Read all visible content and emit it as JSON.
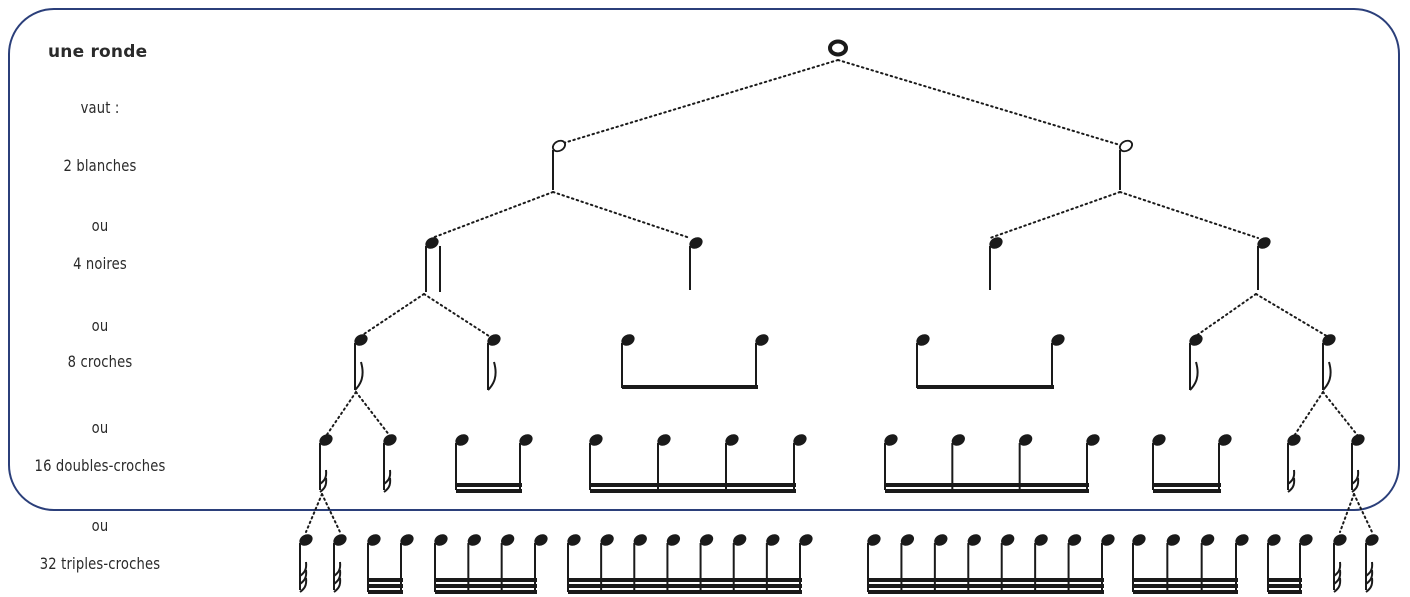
{
  "labels": {
    "ronde": "une ronde",
    "vaut": "vaut :",
    "blanches": "2 blanches",
    "ou1": "ou",
    "noires": "4 noires",
    "ou2": "ou",
    "croches": "8 croches",
    "ou3": "ou",
    "doubles": "16 doubles-croches",
    "ou4": "ou",
    "triples": "32 triples-croches"
  },
  "colors": {
    "frame": "#2b3f7a",
    "ink": "#1a1a1a"
  }
}
